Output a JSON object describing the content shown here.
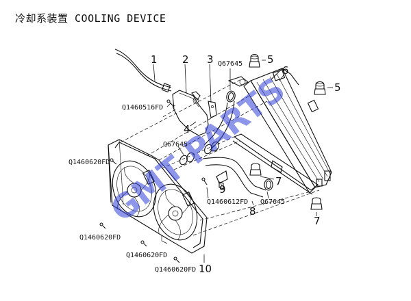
{
  "title": "冷却系装置 COOLING DEVICE",
  "watermark": "GMT PARTS",
  "numbers": {
    "n1": "1",
    "n2": "2",
    "n3": "3",
    "n4": "4",
    "n5a": "5",
    "n5b": "5",
    "n6": "6",
    "n7a": "7",
    "n7b": "7",
    "n8": "8",
    "n9": "9",
    "n10": "10"
  },
  "codes": {
    "c_q67645_top": "Q67645",
    "c_q1460516": "Q1460516FD",
    "c_q67645_mid": "Q67645",
    "c_q1460620_left": "Q1460620FD",
    "c_q1460612": "Q1460612FD",
    "c_q67645_low": "Q67645",
    "c_q1460620_bl": "Q1460620FD",
    "c_q1460620_b1": "Q1460620FD",
    "c_q1460620_b2": "Q1460620FD"
  }
}
